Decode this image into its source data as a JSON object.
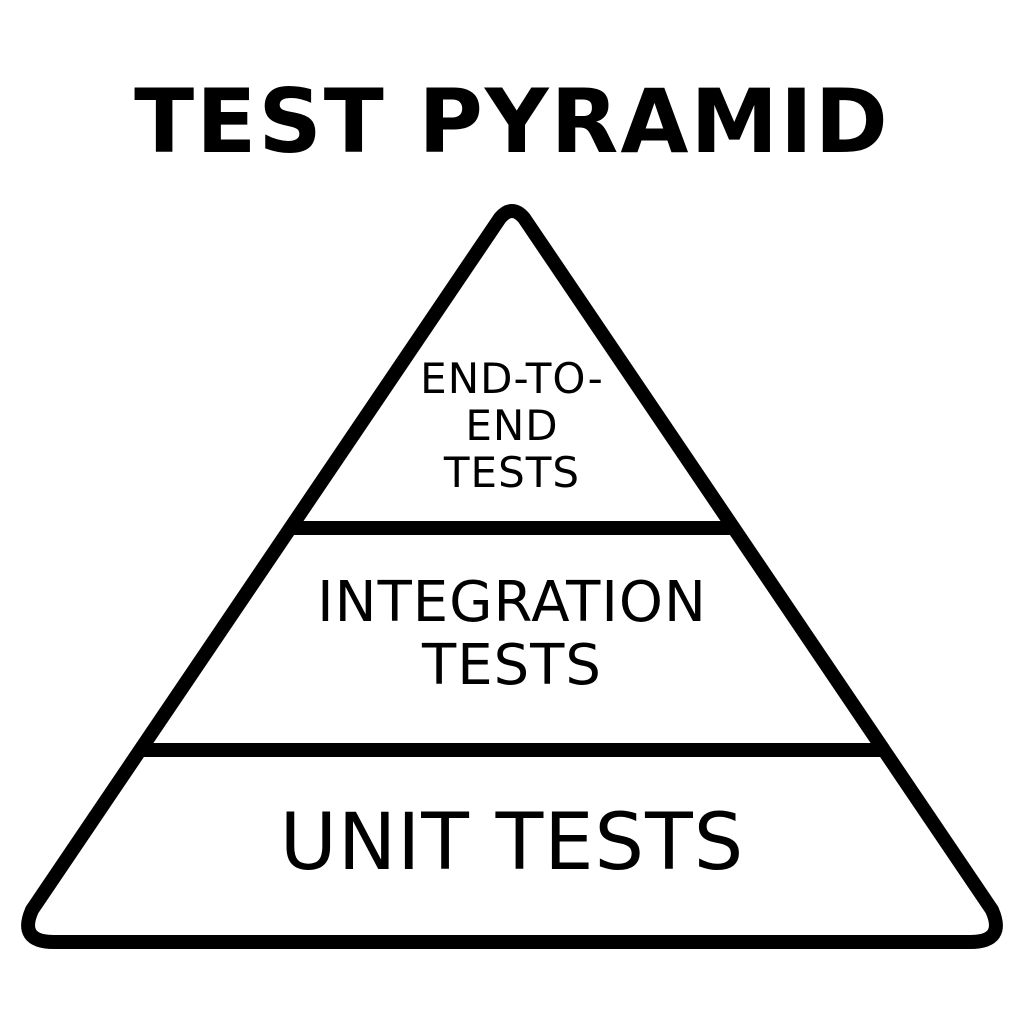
{
  "title": "TEST PYRAMID",
  "tiers": {
    "top": {
      "line1": "END-TO-",
      "line2": "END",
      "line3": "TESTS"
    },
    "middle": {
      "line1": "INTEGRATION",
      "line2": "TESTS"
    },
    "bottom": {
      "line1": "UNIT TESTS"
    }
  },
  "colors": {
    "stroke": "#000000",
    "background": "#ffffff"
  }
}
